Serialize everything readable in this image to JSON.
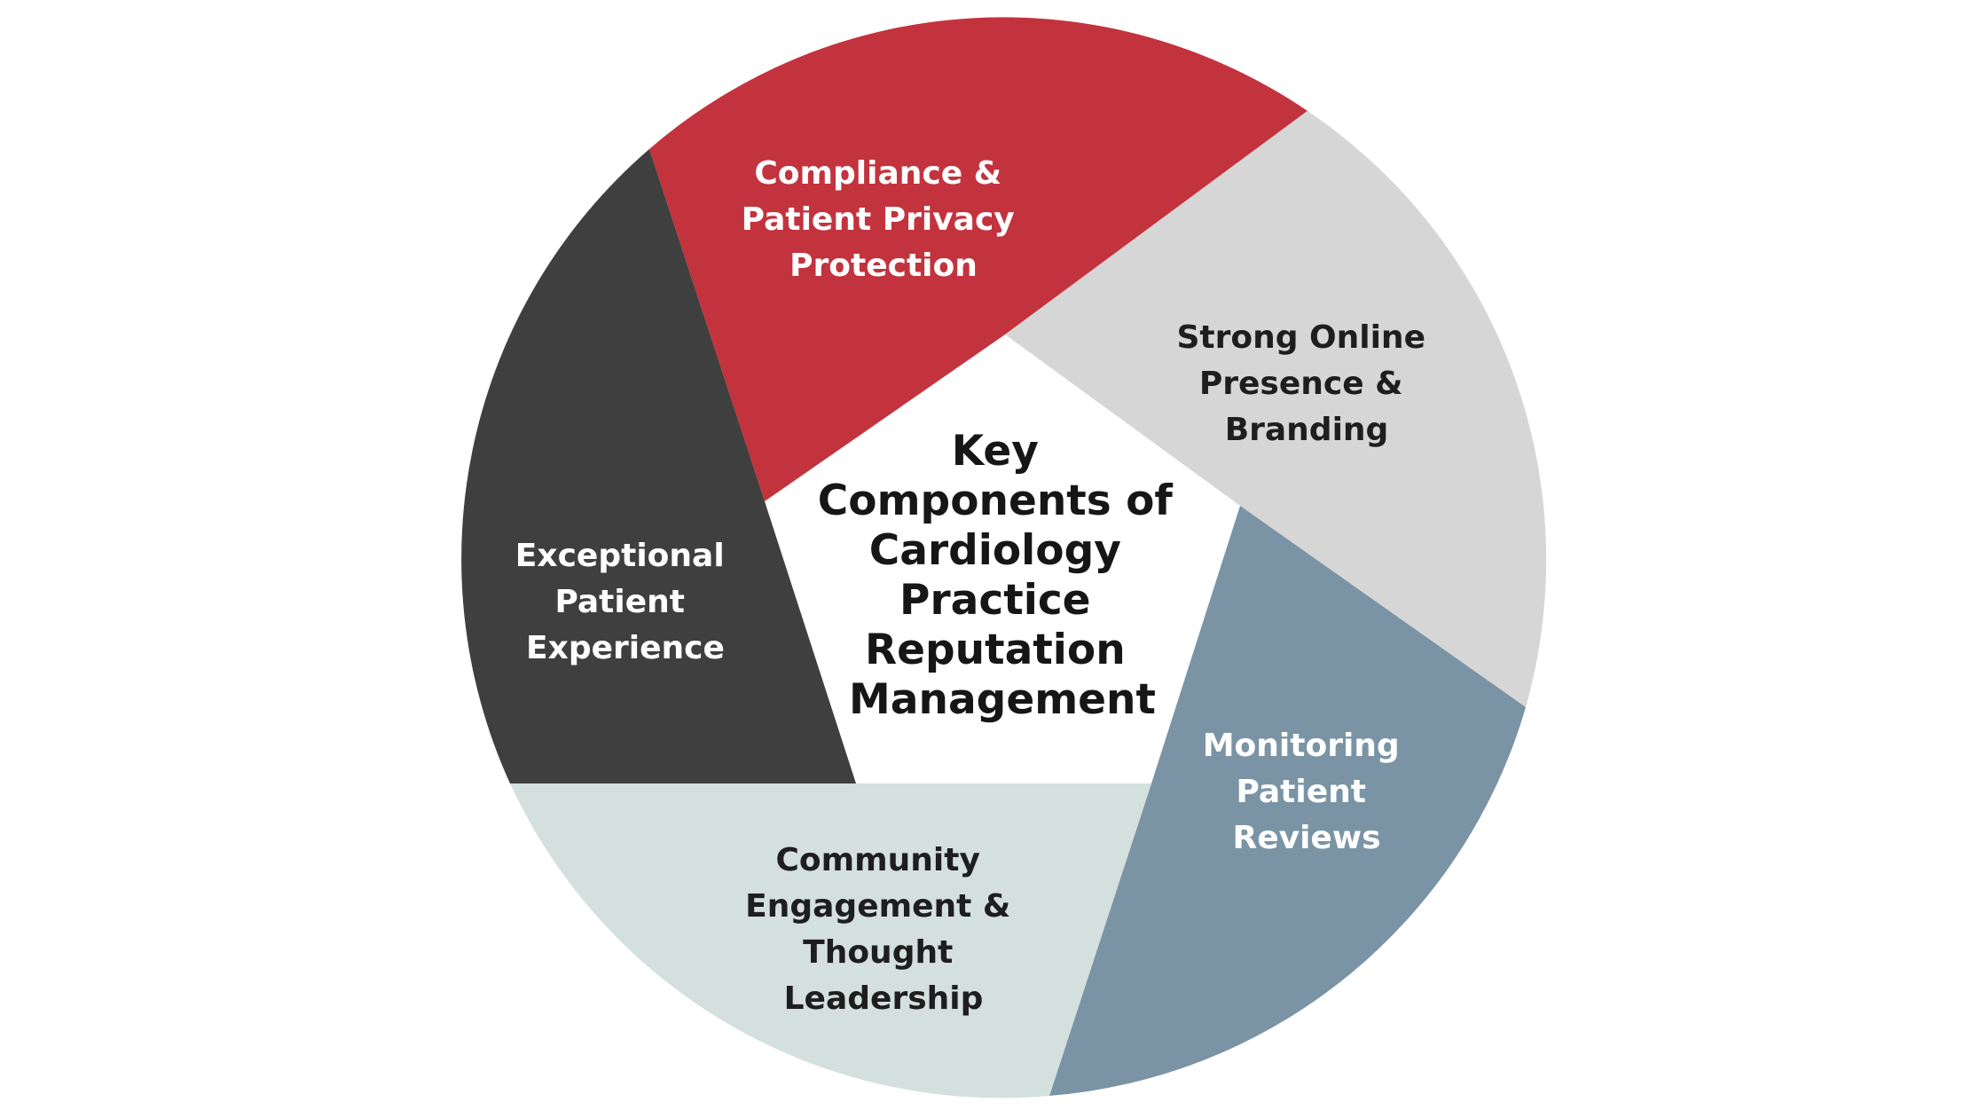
{
  "center": {
    "lines": [
      "Key",
      "Components of",
      "Cardiology",
      "Practice",
      "Reputation",
      "Management"
    ],
    "color": "#161616"
  },
  "segments": [
    {
      "id": "compliance",
      "lines": [
        "Compliance &",
        "Patient Privacy",
        "Protection"
      ],
      "fill": "#c2333e",
      "text_color": "#ffffff"
    },
    {
      "id": "online-presence",
      "lines": [
        "Strong Online",
        "Presence &",
        "Branding"
      ],
      "fill": "#d6d6d6",
      "text_color": "#1e1e1e"
    },
    {
      "id": "monitoring-reviews",
      "lines": [
        "Monitoring",
        "Patient",
        "Reviews"
      ],
      "fill": "#7a94a5",
      "text_color": "#ffffff"
    },
    {
      "id": "community",
      "lines": [
        "Community",
        "Engagement &",
        "Thought",
        "Leadership"
      ],
      "fill": "#d3e0de",
      "text_color": "#1e1e1e"
    },
    {
      "id": "patient-experience",
      "lines": [
        "Exceptional",
        "Patient",
        "Experience"
      ],
      "fill": "#3f3f3f",
      "text_color": "#ffffff"
    }
  ]
}
